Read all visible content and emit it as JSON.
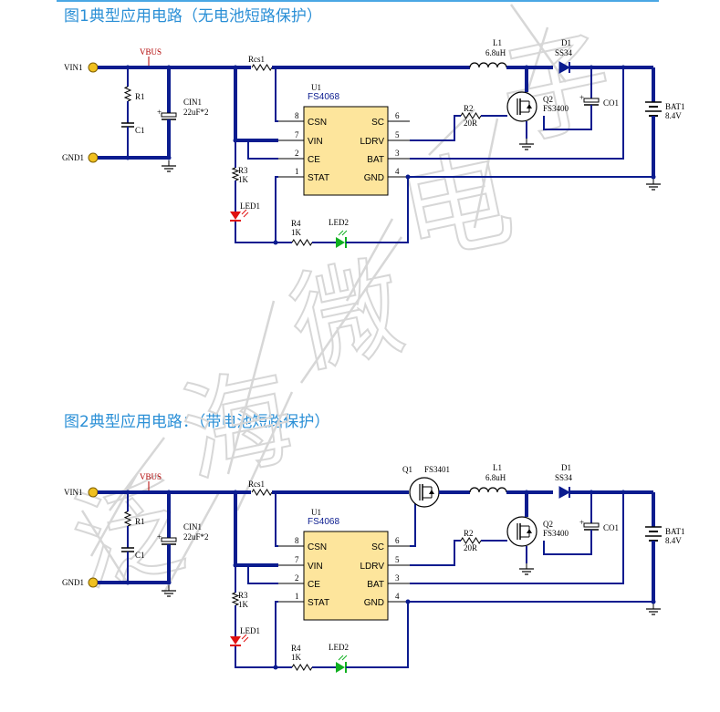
{
  "title1": "图1典型应用电路（无电池短路保护）",
  "title2": "图2典型应用电路：（带电池短路保护）",
  "watermark": "泛海微电子",
  "labels": {
    "vin": "VIN1",
    "gnd": "GND1",
    "vbus": "VBUS",
    "r1": "R1",
    "c1": "C1",
    "cin_ref": "CIN1",
    "cin_val": "22uF*2",
    "rcs": "Rcs1",
    "u1": "U1",
    "chip": "FS4068",
    "pins_left": [
      "CSN",
      "VIN",
      "CE",
      "STAT"
    ],
    "pins_right": [
      "SC",
      "LDRV",
      "BAT",
      "GND"
    ],
    "pins_left_num": [
      "8",
      "7",
      "2",
      "1"
    ],
    "pins_right_num": [
      "6",
      "5",
      "3",
      "4"
    ],
    "r2_ref": "R2",
    "r2_val": "20R",
    "r3_ref": "R3",
    "r3_val": "1K",
    "r4_ref": "R4",
    "r4_val": "1K",
    "led1": "LED1",
    "led2": "LED2",
    "l1_ref": "L1",
    "l1_val": "6.8uH",
    "d1_ref": "D1",
    "d1_val": "SS34",
    "q2_ref": "Q2",
    "q2_val": "FS3400",
    "q1_ref": "Q1",
    "q1_val": "FS3401",
    "co1": "CO1",
    "bat_ref": "BAT1",
    "bat_val": "8.4V"
  },
  "colors": {
    "title": "#2a8fd6",
    "wire": "#0b1c8f",
    "chip_fill": "#fde59c",
    "led_red": "#e01010",
    "led_green": "#10b020",
    "connector": "#f0c020",
    "vbus": "#b00000",
    "watermark": "#d7d7d7"
  }
}
